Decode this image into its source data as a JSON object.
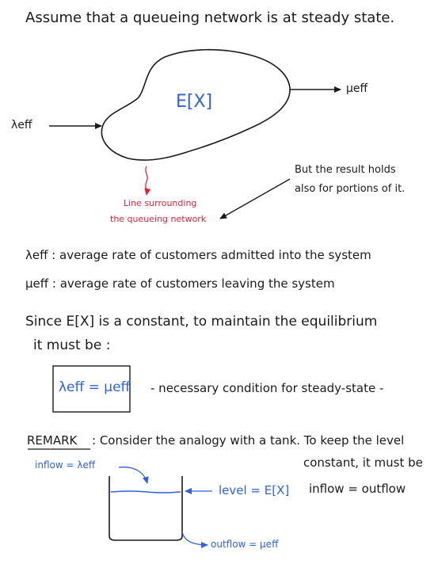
{
  "heading": "Assume that a queueing network is at steady state.",
  "diagram": {
    "center_label": "E[X]",
    "input_label": "λeff",
    "output_label": "μeff",
    "boundary_note_line1": "Line surrounding",
    "boundary_note_line2": "the queueing network",
    "portion_note_line1": "But the result holds",
    "portion_note_line2": "also for portions of it."
  },
  "definitions": {
    "lambda": "λeff : average rate of customers admitted into the system",
    "mu": "μeff : average rate of customers leaving the system"
  },
  "statement": {
    "line1": "Since E[X] is a constant, to maintain the equilibrium",
    "line2": "it must be :"
  },
  "condition": {
    "equation": "λeff = μeff",
    "note": "- necessary condition for steady-state -"
  },
  "remark": {
    "title": "REMARK",
    "text_line1": ": Consider the analogy with a tank. To keep the level",
    "text_line2": "constant, it must be",
    "text_line3": "inflow = outflow",
    "inflow_label": "inflow = λeff",
    "level_label": "level = E[X]",
    "outflow_label": "outflow = μeff"
  },
  "colors": {
    "ink": "#1a1a1a",
    "blue": "#2f62d8",
    "red": "#e0203a"
  }
}
